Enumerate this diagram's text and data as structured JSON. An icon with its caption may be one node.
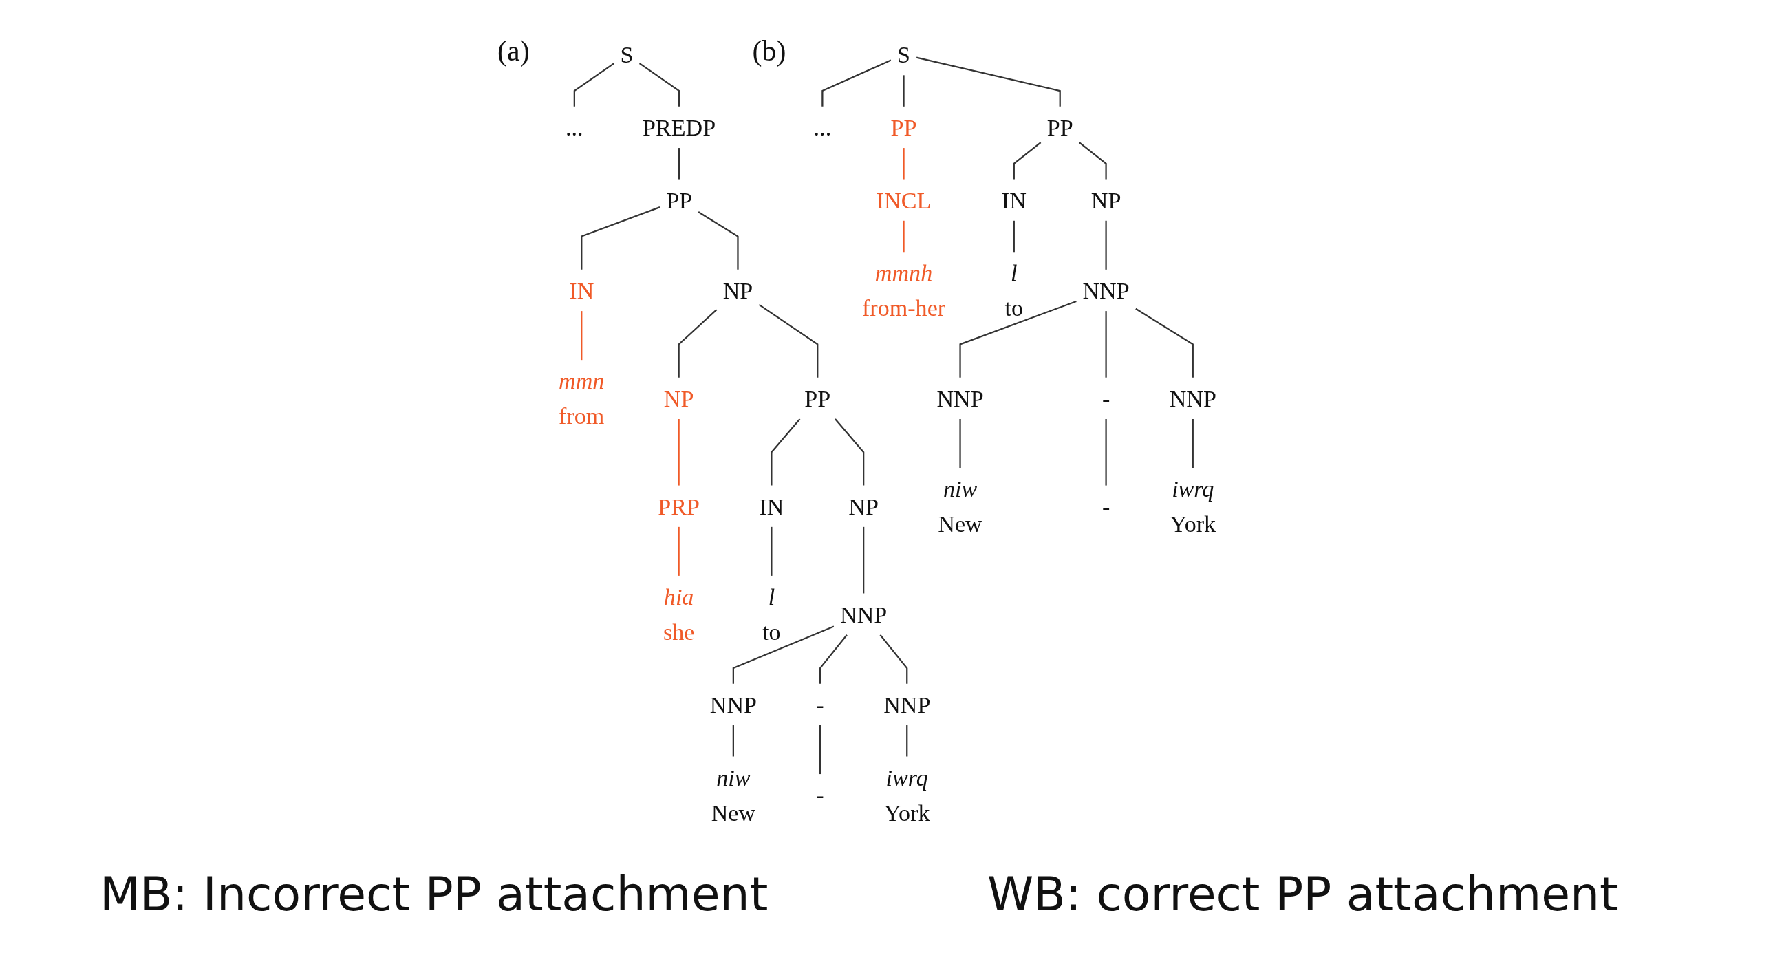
{
  "diagram": {
    "nodes": [
      {
        "text": [
          "S"
        ]
      },
      {
        "text": [
          "..."
        ]
      },
      {
        "text": [
          "PREDP"
        ]
      },
      {
        "text": [
          "PP"
        ]
      },
      {
        "text": [
          "IN"
        ]
      },
      {
        "text": [
          "mmn",
          "from"
        ]
      },
      {
        "text": [
          "NP"
        ]
      },
      {
        "text": [
          "NP"
        ]
      },
      {
        "text": [
          "PRP"
        ]
      },
      {
        "text": [
          "hia",
          "she"
        ]
      },
      {
        "text": [
          "PP"
        ]
      },
      {
        "text": [
          "IN"
        ]
      },
      {
        "text": [
          "l",
          "to"
        ]
      },
      {
        "text": [
          "NP"
        ]
      },
      {
        "text": [
          "NNP"
        ]
      },
      {
        "text": [
          "NNP"
        ]
      },
      {
        "text": [
          "niw",
          "New"
        ]
      },
      {
        "text": [
          "-"
        ]
      },
      {
        "text": [
          "-"
        ]
      },
      {
        "text": [
          "NNP"
        ]
      },
      {
        "text": [
          "iwrq",
          "York"
        ]
      },
      {
        "text": [
          "S"
        ]
      },
      {
        "text": [
          "..."
        ]
      },
      {
        "text": [
          "PP"
        ]
      },
      {
        "text": [
          "INCL"
        ]
      },
      {
        "text": [
          "mmnh",
          "from-her"
        ]
      },
      {
        "text": [
          "PP"
        ]
      },
      {
        "text": [
          "IN"
        ]
      },
      {
        "text": [
          "l",
          "to"
        ]
      },
      {
        "text": [
          "NP"
        ]
      },
      {
        "text": [
          "NNP"
        ]
      },
      {
        "text": [
          "NNP"
        ]
      },
      {
        "text": [
          "niw",
          "New"
        ]
      },
      {
        "text": [
          "-"
        ]
      },
      {
        "text": [
          "-"
        ]
      },
      {
        "text": [
          "NNP"
        ]
      },
      {
        "text": [
          "iwrq",
          "York"
        ]
      }
    ],
    "edges": [
      {
        "from": 0,
        "to": 1,
        "arrow": "none"
      },
      {
        "from": 0,
        "to": 2,
        "arrow": "none"
      },
      {
        "from": 2,
        "to": 3,
        "arrow": "none"
      },
      {
        "from": 3,
        "to": 4,
        "arrow": "none"
      },
      {
        "from": 4,
        "to": 5,
        "arrow": "none",
        "color": "#f05a28"
      },
      {
        "from": 3,
        "to": 6,
        "arrow": "none"
      },
      {
        "from": 6,
        "to": 7,
        "arrow": "none"
      },
      {
        "from": 7,
        "to": 8,
        "arrow": "none",
        "color": "#f05a28"
      },
      {
        "from": 8,
        "to": 9,
        "arrow": "none",
        "color": "#f05a28"
      },
      {
        "from": 6,
        "to": 10,
        "arrow": "none"
      },
      {
        "from": 10,
        "to": 11,
        "arrow": "none"
      },
      {
        "from": 11,
        "to": 12,
        "arrow": "none"
      },
      {
        "from": 10,
        "to": 13,
        "arrow": "none"
      },
      {
        "from": 13,
        "to": 14,
        "arrow": "none"
      },
      {
        "from": 14,
        "to": 15,
        "arrow": "none"
      },
      {
        "from": 15,
        "to": 16,
        "arrow": "none"
      },
      {
        "from": 14,
        "to": 17,
        "arrow": "none"
      },
      {
        "from": 17,
        "to": 18,
        "arrow": "none"
      },
      {
        "from": 14,
        "to": 19,
        "arrow": "none"
      },
      {
        "from": 19,
        "to": 20,
        "arrow": "none"
      },
      {
        "from": 21,
        "to": 22,
        "arrow": "none"
      },
      {
        "from": 21,
        "to": 23,
        "arrow": "none"
      },
      {
        "from": 23,
        "to": 24,
        "arrow": "none",
        "color": "#f05a28"
      },
      {
        "from": 24,
        "to": 25,
        "arrow": "none",
        "color": "#f05a28"
      },
      {
        "from": 21,
        "to": 26,
        "arrow": "none"
      },
      {
        "from": 26,
        "to": 27,
        "arrow": "none"
      },
      {
        "from": 27,
        "to": 28,
        "arrow": "none"
      },
      {
        "from": 26,
        "to": 29,
        "arrow": "none"
      },
      {
        "from": 29,
        "to": 30,
        "arrow": "none"
      },
      {
        "from": 30,
        "to": 31,
        "arrow": "none"
      },
      {
        "from": 31,
        "to": 32,
        "arrow": "none"
      },
      {
        "from": 30,
        "to": 33,
        "arrow": "none"
      },
      {
        "from": 33,
        "to": 34,
        "arrow": "none"
      },
      {
        "from": 30,
        "to": 35,
        "arrow": "none"
      },
      {
        "from": 35,
        "to": 36,
        "arrow": "none"
      }
    ],
    "labels": [
      "(a)",
      "(b)",
      "MB: Incorrect PP attachment",
      "WB: correct PP attachment"
    ]
  }
}
